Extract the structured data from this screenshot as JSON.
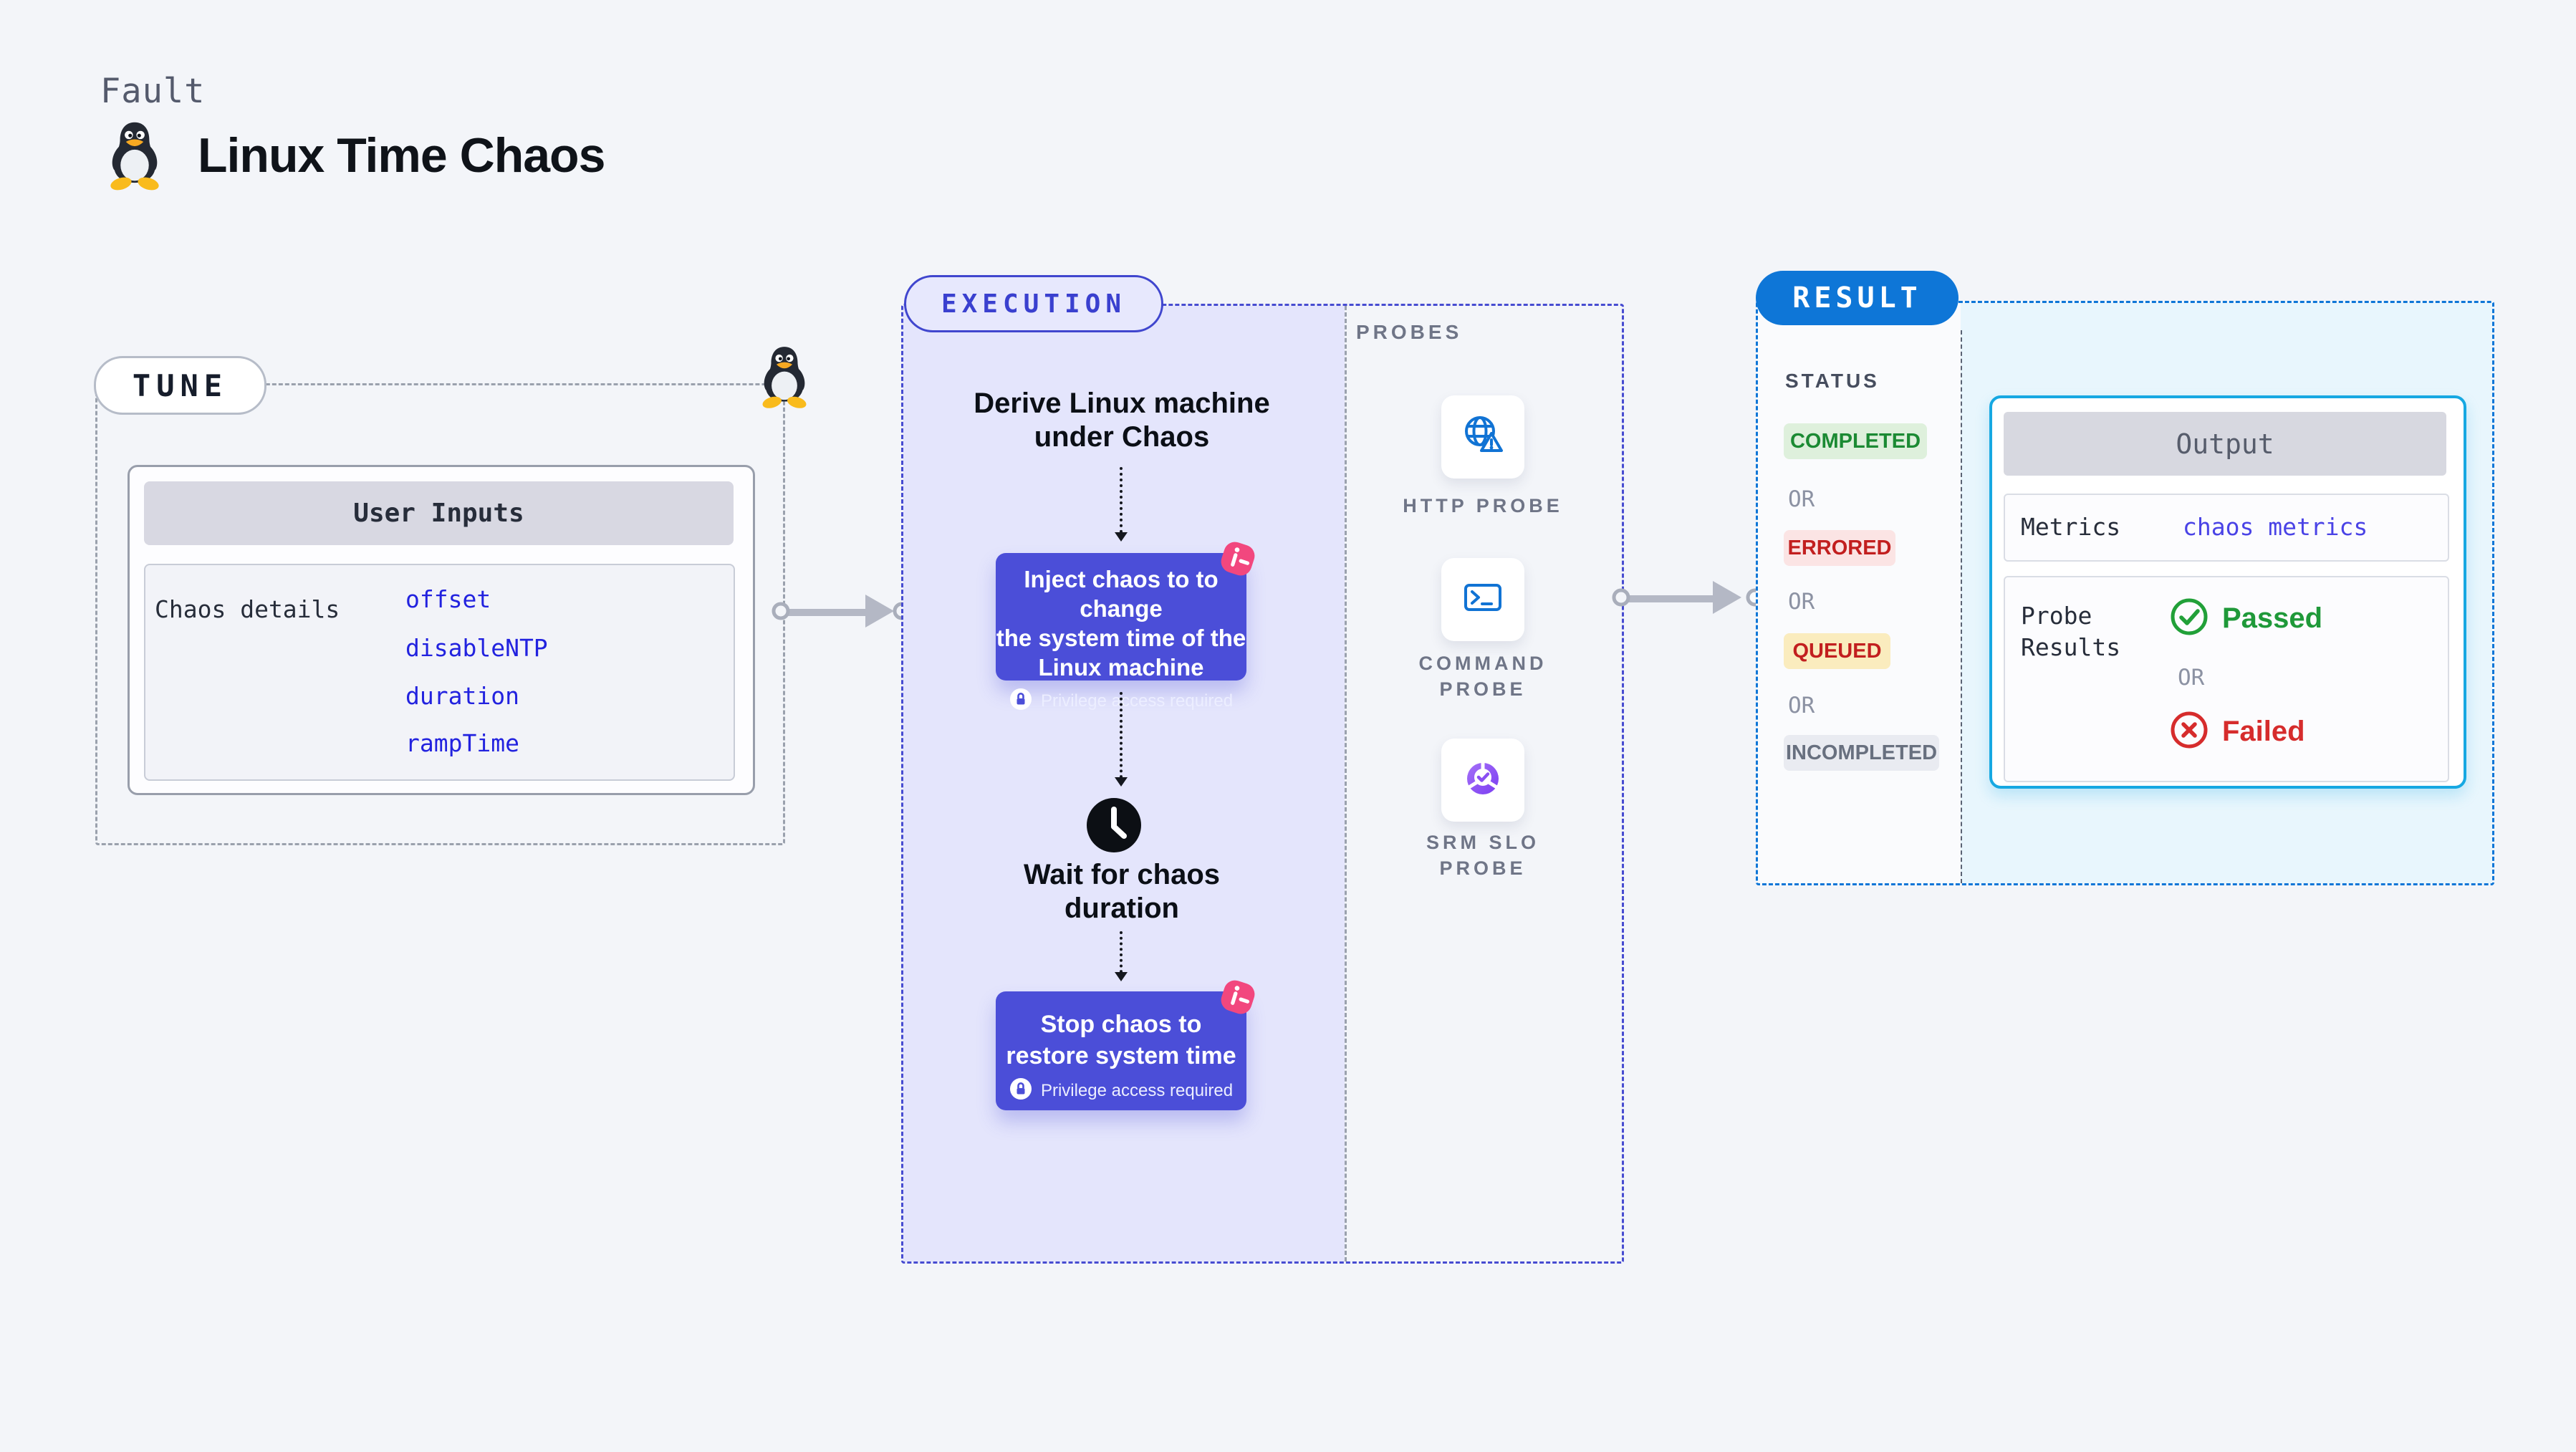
{
  "header": {
    "kicker": "Fault",
    "title": "Linux Time Chaos"
  },
  "tune": {
    "label": "TUNE",
    "card_title": "User Inputs",
    "param_label": "Chaos details",
    "params": [
      "offset",
      "disableNTP",
      "duration",
      "rampTime"
    ]
  },
  "execution": {
    "label": "EXECUTION",
    "derive_text": "Derive Linux machine\nunder Chaos",
    "inject_text": "Inject chaos to to change\nthe system time of the\nLinux machine",
    "privilege_text": "Privilege access required",
    "wait_text": "Wait for chaos\nduration",
    "stop_text": "Stop chaos to\nrestore system time"
  },
  "probes": {
    "label": "PROBES",
    "items": [
      {
        "name": "HTTP PROBE",
        "icon": "globe-alert-icon"
      },
      {
        "name": "COMMAND\nPROBE",
        "icon": "terminal-icon"
      },
      {
        "name": "SRM SLO\nPROBE",
        "icon": "slo-donut-icon"
      }
    ]
  },
  "result": {
    "label": "RESULT",
    "status_label": "STATUS",
    "or_label": "OR",
    "statuses": [
      {
        "text": "COMPLETED",
        "kind": "success"
      },
      {
        "text": "ERRORED",
        "kind": "error"
      },
      {
        "text": "QUEUED",
        "kind": "warning"
      },
      {
        "text": "INCOMPLETED",
        "kind": "muted"
      }
    ],
    "output": {
      "title": "Output",
      "metrics_label": "Metrics",
      "metrics_value": "chaos metrics",
      "probe_label": "Probe\nResults",
      "passed": "Passed",
      "failed": "Failed"
    }
  },
  "colors": {
    "page_bg": "#f3f5f9",
    "indigo": "#4b4ed8",
    "lavender": "#e4e5fc",
    "pink": "#f2477e",
    "result_blue": "#0e76d7",
    "cyan_border": "#16a8e2",
    "cyan_bg": "#e8f6fd",
    "success_green": "#1b8a33",
    "fail_red": "#d62c2c",
    "probe_blue": "#1173d4",
    "srm_purple": "#8a4ff2"
  }
}
